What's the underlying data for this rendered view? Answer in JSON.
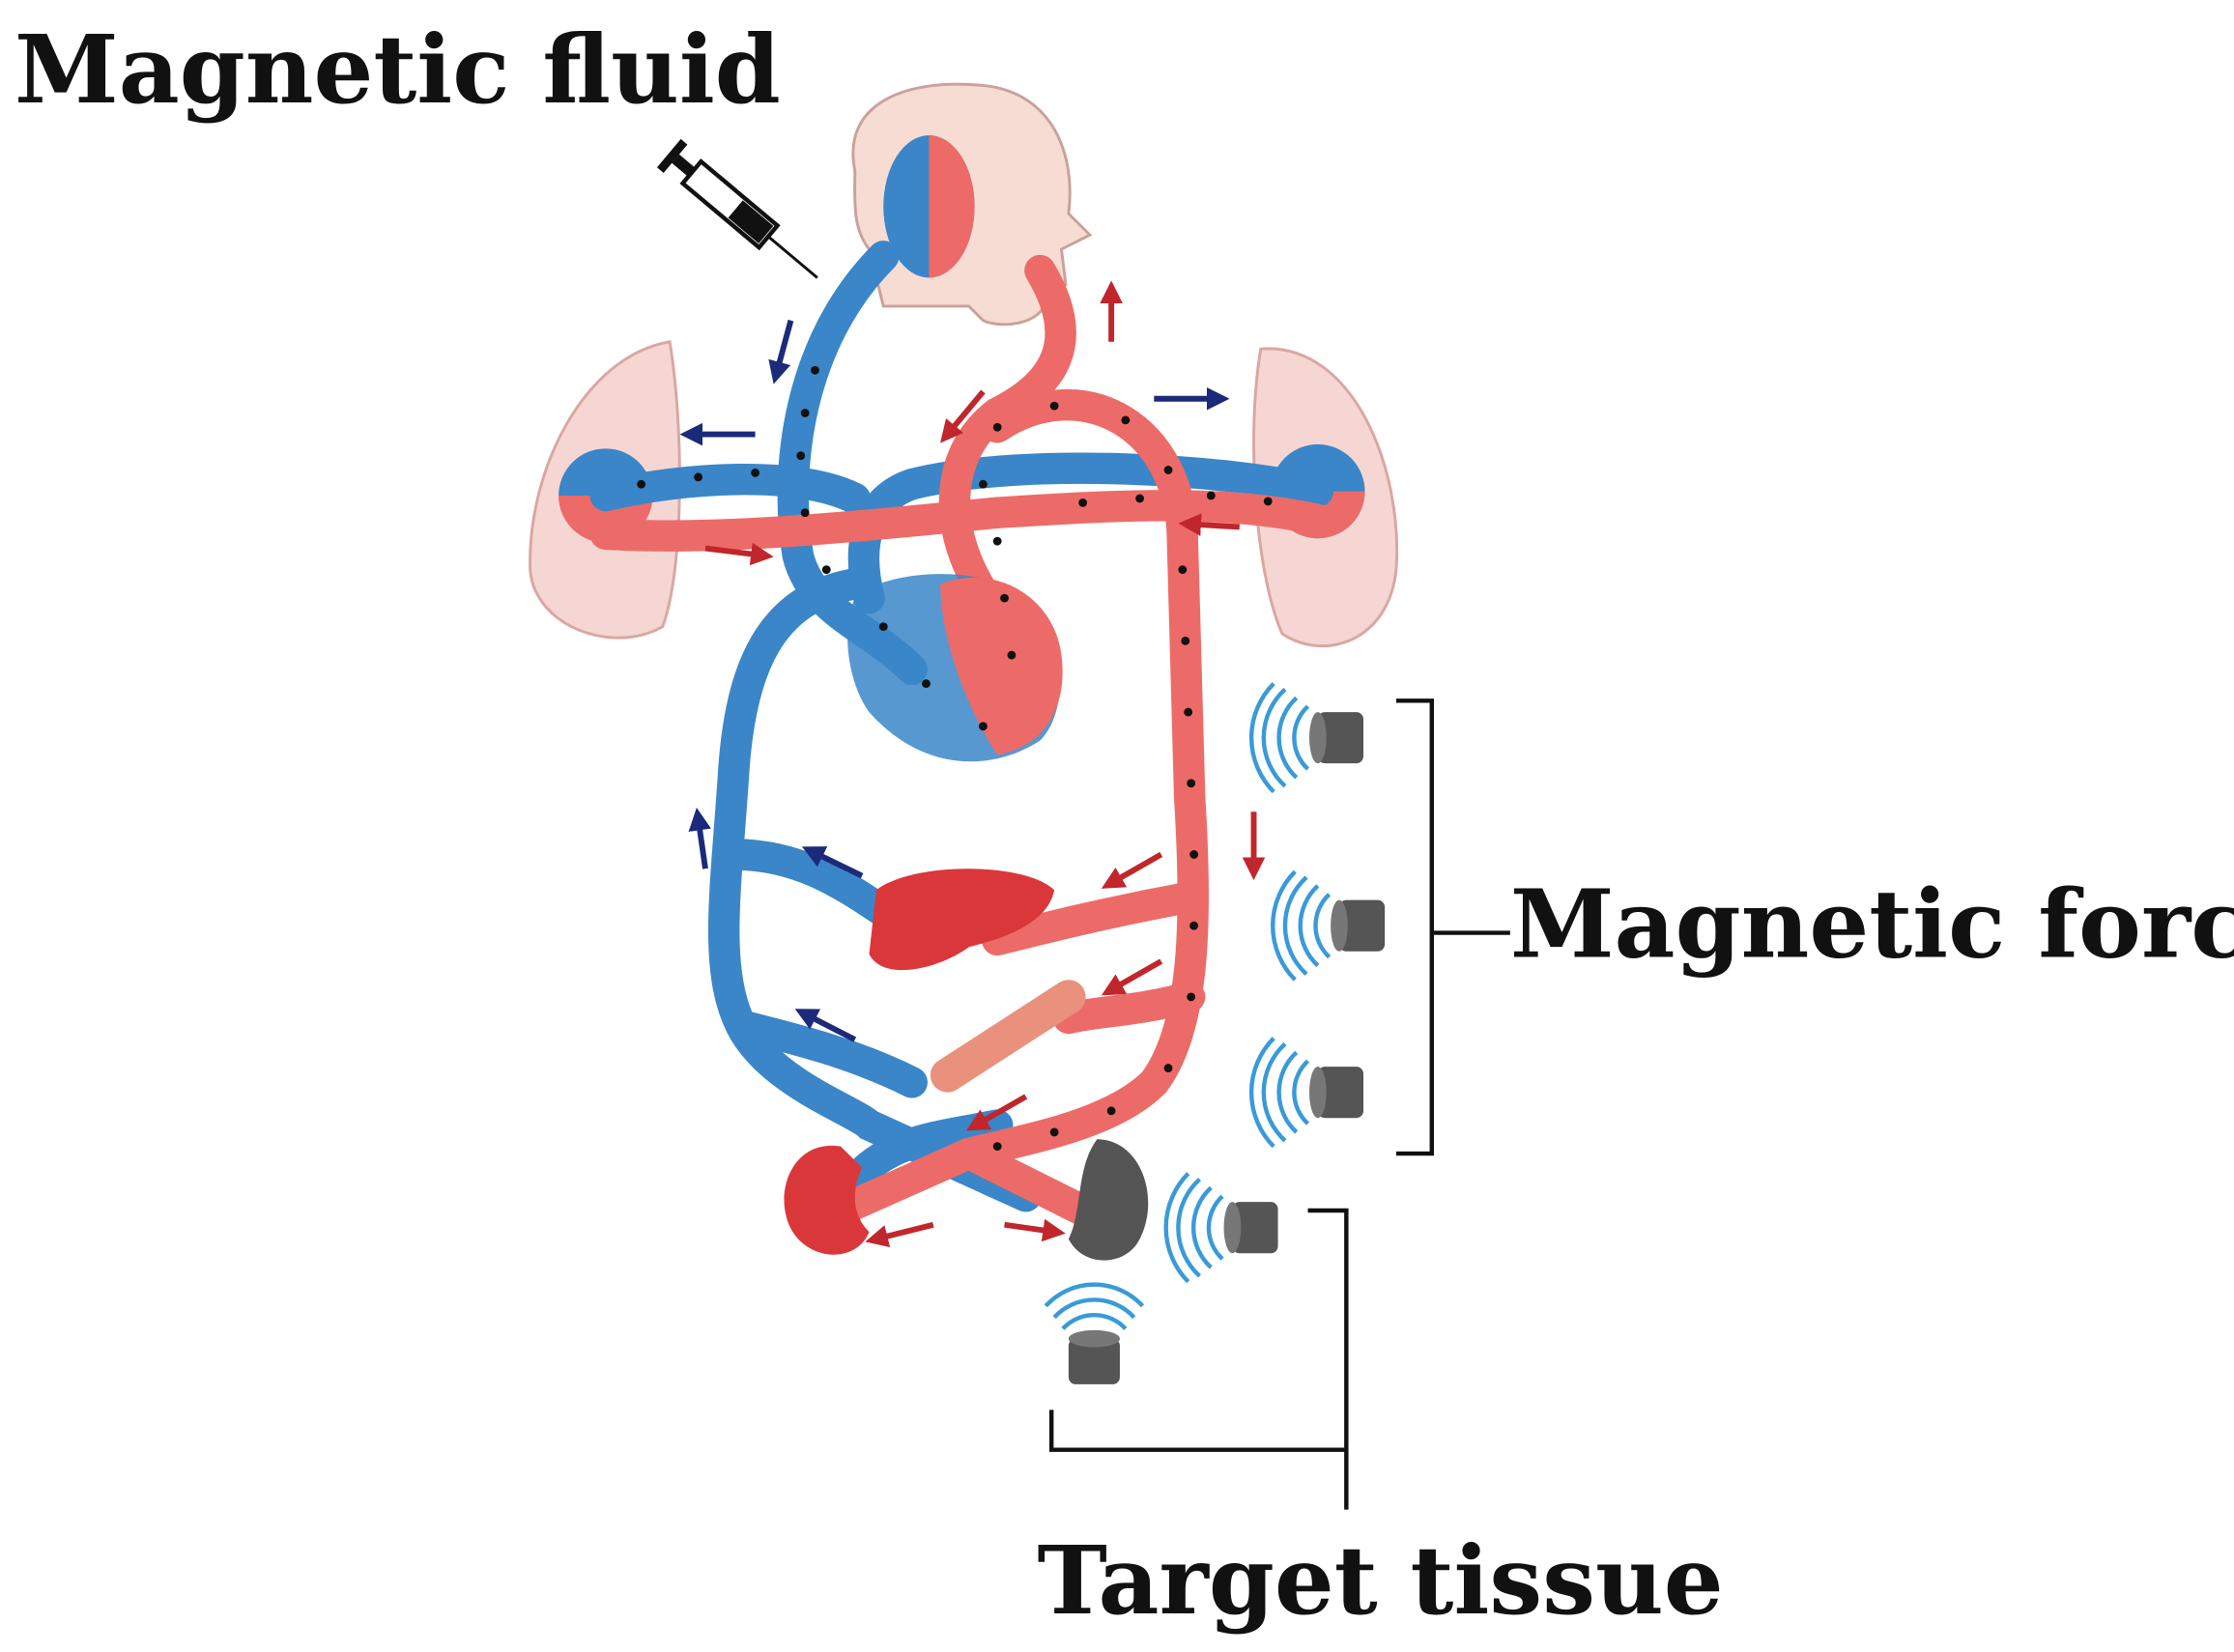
{
  "labels": {
    "magnetic_fluid": "Magnetic fluid",
    "magnetic_force": "Magnetic force",
    "target_tissue": "Target tissue"
  },
  "colors": {
    "vein": "#3a86c8",
    "artery": "#ec6b68",
    "arrow_blue": "#1b2a7a",
    "arrow_red": "#c0262c",
    "organ_red": "#d9373a",
    "lung": "#f6d6d2",
    "magnet": "#555555",
    "field_wave": "#3a9ad9"
  }
}
